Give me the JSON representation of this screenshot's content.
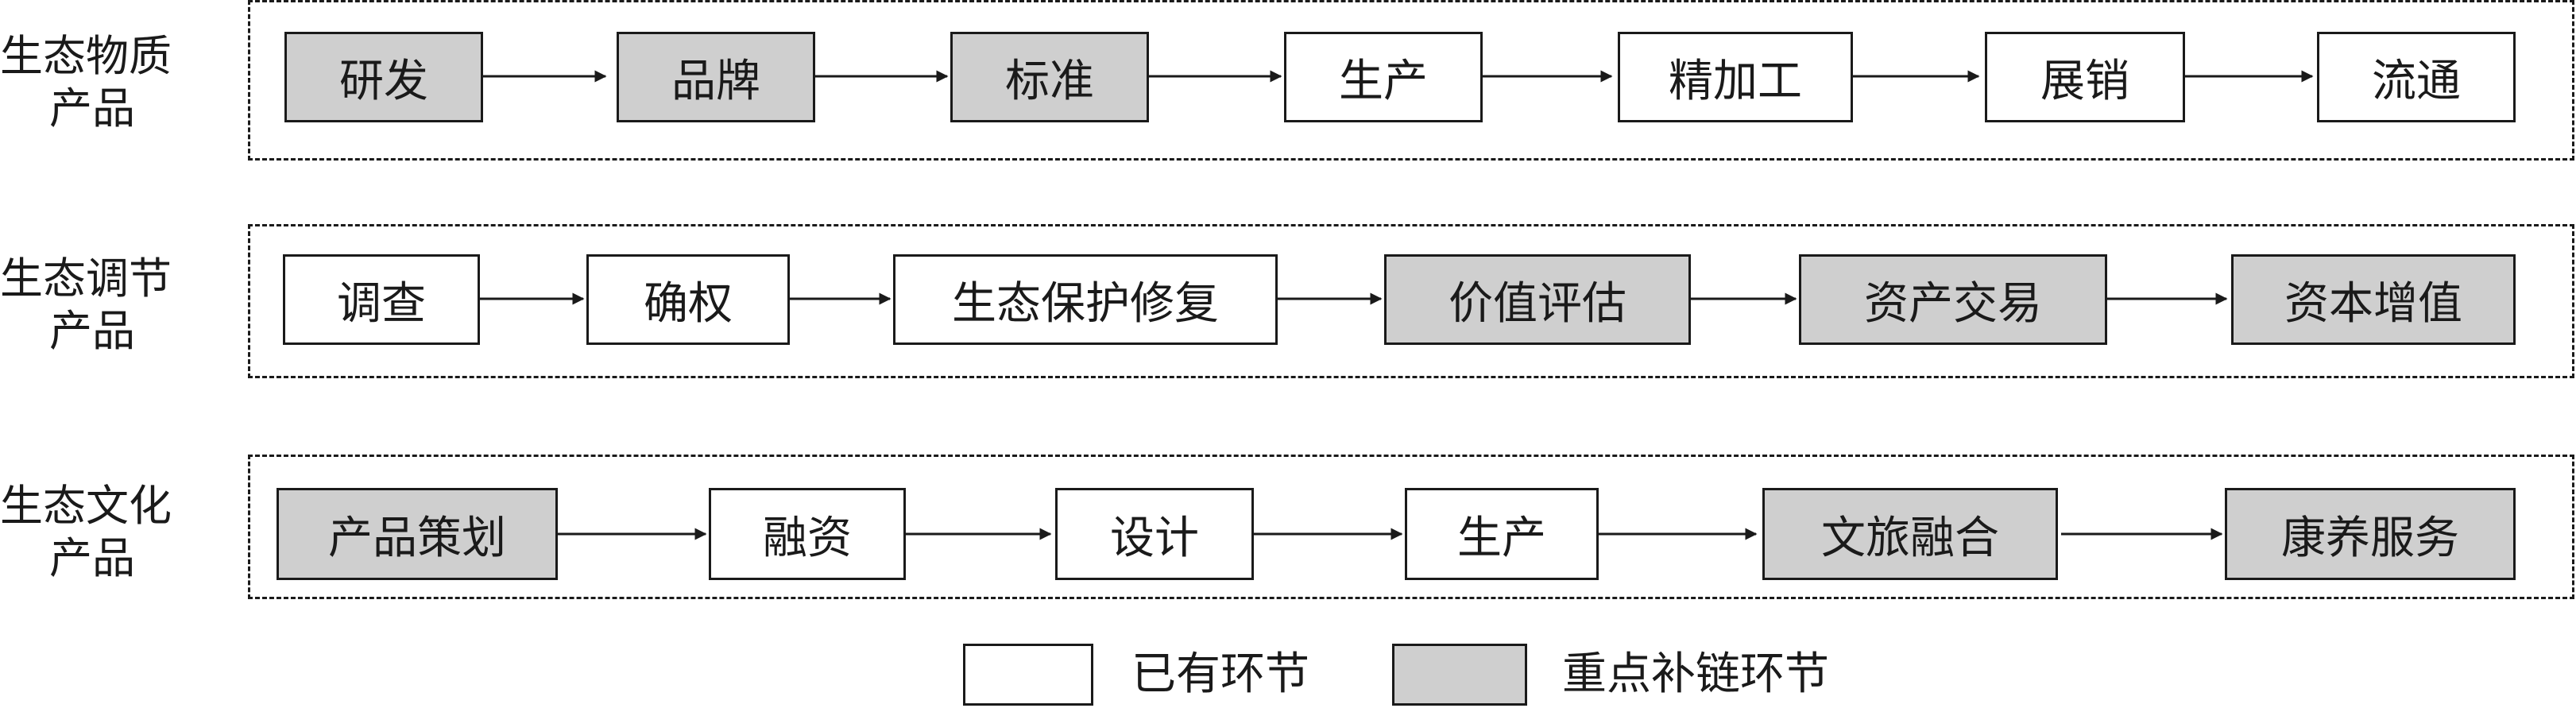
{
  "rows": [
    {
      "label_line1": "生态物质",
      "label_line2": "产品",
      "nodes": [
        {
          "text": "研发",
          "key": true
        },
        {
          "text": "品牌",
          "key": true
        },
        {
          "text": "标准",
          "key": true
        },
        {
          "text": "生产",
          "key": false
        },
        {
          "text": "精加工",
          "key": false
        },
        {
          "text": "展销",
          "key": false
        },
        {
          "text": "流通",
          "key": false
        }
      ]
    },
    {
      "label_line1": "生态调节",
      "label_line2": "产品",
      "nodes": [
        {
          "text": "调查",
          "key": false
        },
        {
          "text": "确权",
          "key": false
        },
        {
          "text": "生态保护修复",
          "key": false
        },
        {
          "text": "价值评估",
          "key": true
        },
        {
          "text": "资产交易",
          "key": true
        },
        {
          "text": "资本增值",
          "key": true
        }
      ]
    },
    {
      "label_line1": "生态文化",
      "label_line2": "产品",
      "nodes": [
        {
          "text": "产品策划",
          "key": true
        },
        {
          "text": "融资",
          "key": false
        },
        {
          "text": "设计",
          "key": false
        },
        {
          "text": "生产",
          "key": false
        },
        {
          "text": "文旅融合",
          "key": true
        },
        {
          "text": "康养服务",
          "key": true
        }
      ]
    }
  ],
  "legend": {
    "existing_label": "已有环节",
    "key_label": "重点补链环节"
  },
  "colors": {
    "key_fill": "#cfcfcf",
    "existing_fill": "#ffffff",
    "stroke": "#1a1a1a"
  }
}
